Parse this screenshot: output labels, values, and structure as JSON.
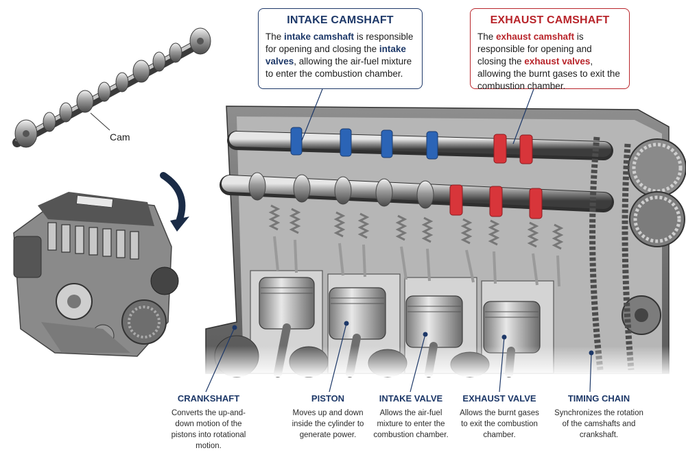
{
  "callouts": {
    "intake": {
      "title": "INTAKE CAMSHAFT",
      "t1": "The ",
      "h1": "intake camshaft",
      "t2": " is responsible for opening and closing the ",
      "h2": "intake valves",
      "t3": ", allowing the air-fuel mixture to enter the combustion chamber."
    },
    "exhaust": {
      "title": "EXHAUST CAMSHAFT",
      "t1": "The ",
      "h1": "exhaust camshaft",
      "t2": " is responsible for opening and closing the ",
      "h2": "exhaust valves",
      "t3": ", allowing the burnt gases to exit the combustion chamber."
    }
  },
  "cam_label": "Cam",
  "labels": [
    {
      "title": "CRANKSHAFT",
      "desc": "Converts the up-and-down motion of the pistons into rotational motion."
    },
    {
      "title": "PISTON",
      "desc": "Moves up and down inside the cylinder to generate power."
    },
    {
      "title": "INTAKE VALVE",
      "desc": "Allows the air-fuel mixture to enter the combustion chamber."
    },
    {
      "title": "EXHAUST VALVE",
      "desc": "Allows the burnt gases to exit the combustion chamber."
    },
    {
      "title": "TIMING CHAIN",
      "desc": "Synchronizes the rotation of the camshafts and crankshaft."
    }
  ],
  "colors": {
    "intake": "#1d3868",
    "exhaust": "#b8242a",
    "intake_lobe": "#2b64b6",
    "exhaust_lobe": "#d8353a"
  }
}
